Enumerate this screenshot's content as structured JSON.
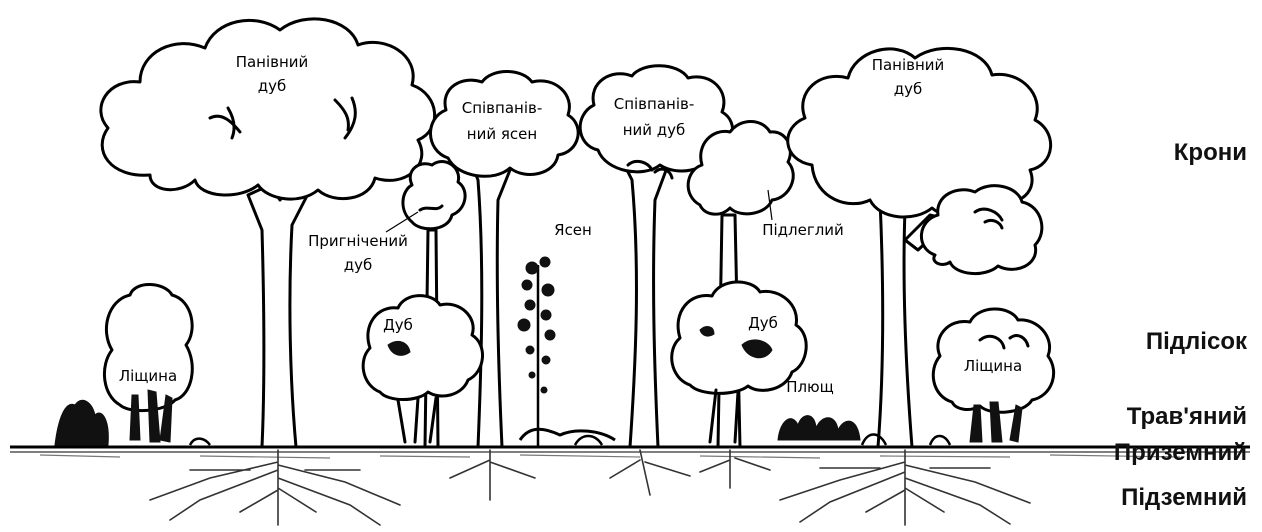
{
  "tree_labels": {
    "dominant_oak_left": [
      "Панівний",
      "дуб"
    ],
    "codominant_ash": [
      "Співпанів-",
      "ний ясен"
    ],
    "codominant_oak": [
      "Співпанів-",
      "ний дуб"
    ],
    "dominant_oak_right": [
      "Панівний",
      "дуб"
    ],
    "suppressed_oak": [
      "Пригнічений",
      "дуб"
    ],
    "ash": "Ясен",
    "subordinate": "Підлеглий",
    "young_oak_left": "Дуб",
    "young_oak_right": "Дуб",
    "hazel_left": "Ліщина",
    "hazel_right": "Ліщина",
    "ivy": "Плющ"
  },
  "layers": {
    "crowns": "Крони",
    "understory": "Підлісок",
    "herb": "Трав'яний",
    "ground": "Приземний",
    "underground": "Підземний"
  }
}
